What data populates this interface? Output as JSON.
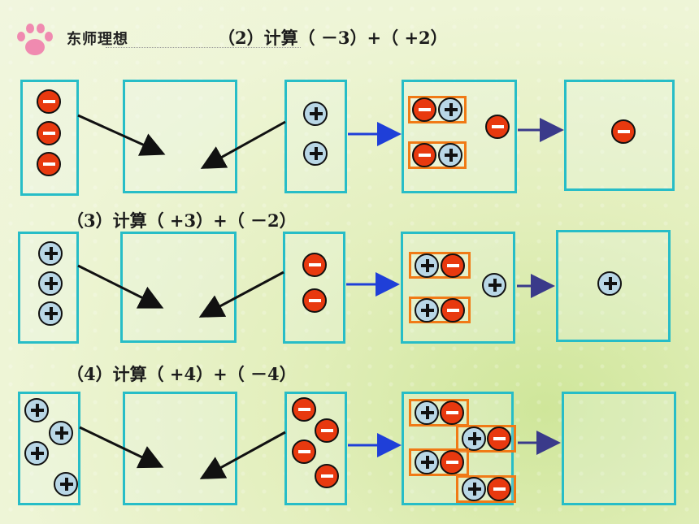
{
  "header": {
    "logo_text": "东师理想",
    "colors": {
      "paw": "#f08ab0",
      "box_border": "#27bdc7",
      "pair_border": "#f07a16",
      "negative_chip": "#e8390f",
      "positive_chip": "#b9d7e6",
      "blue_arrow": "#1f3fd8",
      "navy_arrow": "#3a3a8a"
    }
  },
  "problems": [
    {
      "title": "（2）计算（ －3）+（ +2）",
      "addend1": "-3",
      "addend2": "+2",
      "result_chips": [
        "-"
      ]
    },
    {
      "title": "（3）计算（ +3）+（ －2）",
      "addend1": "+3",
      "addend2": "-2",
      "result_chips": [
        "+"
      ]
    },
    {
      "title": "（4）计算（ +4）+（ －4）",
      "addend1": "+4",
      "addend2": "-4",
      "result_chips": []
    }
  ],
  "icons": {
    "positive": "plus-chip-icon",
    "negative": "minus-chip-icon",
    "arrow": "arrow-icon"
  }
}
